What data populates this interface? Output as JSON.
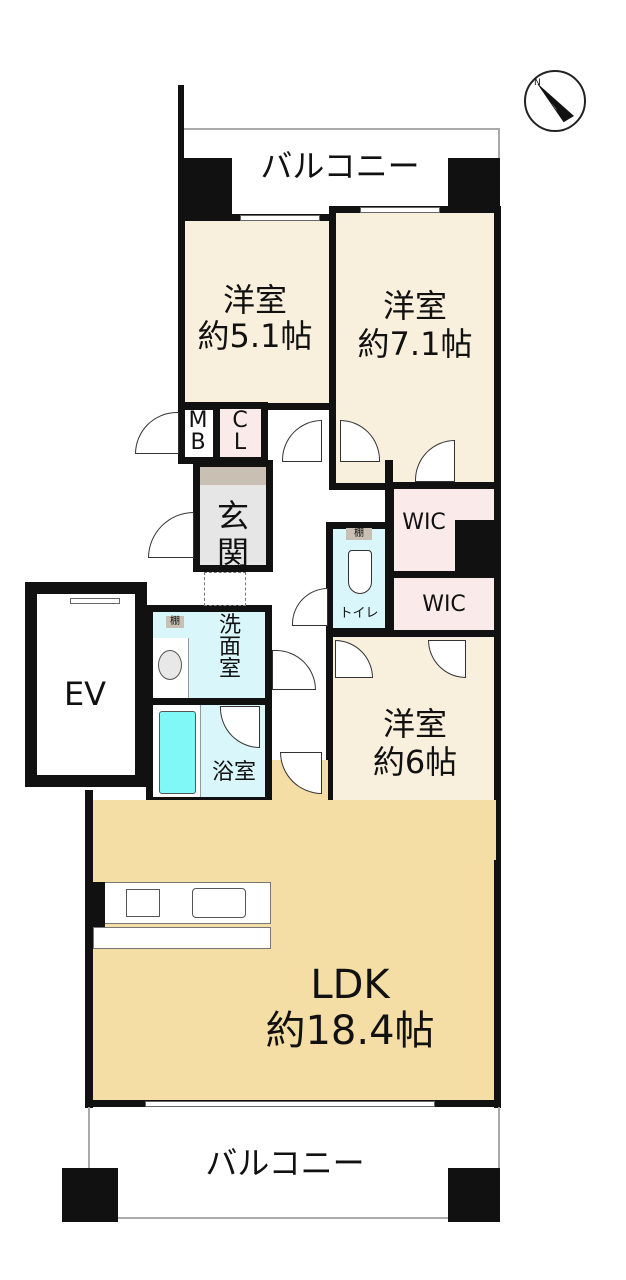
{
  "compass": {
    "label": "N",
    "icon": "north-arrow-icon"
  },
  "balcony_top": {
    "label": "バルコニー"
  },
  "balcony_bottom": {
    "label": "バルコニー"
  },
  "rooms": {
    "bedroom1": {
      "name": "洋室",
      "size": "約5.1帖"
    },
    "bedroom2": {
      "name": "洋室",
      "size": "約7.1帖"
    },
    "bedroom3": {
      "name": "洋室",
      "size": "約6帖"
    },
    "ldk": {
      "name": "LDK",
      "size": "約18.4帖"
    },
    "mb": "M\nB",
    "cl": "C\nL",
    "entrance": "玄\n関",
    "wic1": "WIC",
    "wic2": "WIC",
    "toilet": "トイレ",
    "shelf_toilet": "棚",
    "shelf_wash": "棚",
    "washroom": "洗\n面\n室",
    "bathroom": "浴室",
    "ev": "EV"
  },
  "colors": {
    "western_room": "#f8f0dc",
    "ldk": "#f4dea6",
    "storage": "#fbeaea",
    "wet_area": "#d9f7fa",
    "bathtub": "#80f8f8"
  }
}
